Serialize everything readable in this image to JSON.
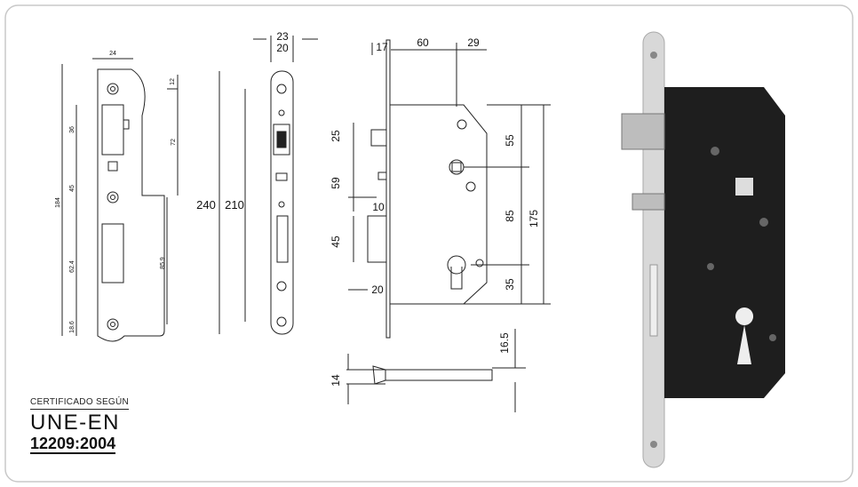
{
  "strike_plate": {
    "dims": {
      "width": "24",
      "top_offset": "12",
      "latch_len": "36",
      "upper_len": "72",
      "mid": "45",
      "total": "184",
      "lower": "62.4",
      "bottom": "18.6",
      "span": "85.9"
    }
  },
  "faceplate": {
    "dims": {
      "w1": "23",
      "w2": "20",
      "h_outer": "240",
      "h_inner": "210"
    }
  },
  "lock_body": {
    "dims": {
      "face": "17",
      "backset": "60",
      "depth": "29",
      "latch_h": "25",
      "gap1": "59",
      "bolt_off": "10",
      "deadbolt_h": "45",
      "bolt_depth": "20",
      "top_to_handle": "55",
      "handle_to_cyl": "85",
      "total_h": "175",
      "cyl_to_bottom": "35",
      "side_a": "16.5",
      "side_b": "14"
    }
  },
  "certification": {
    "small_label": "CERTIFICADO SEGÚN",
    "standard": "UNE-EN",
    "number": "12209:2004"
  },
  "colors": {
    "line": "#222222",
    "frame": "#cccccc",
    "metal": "#d9d9d9",
    "body": "#1e1e1e"
  }
}
